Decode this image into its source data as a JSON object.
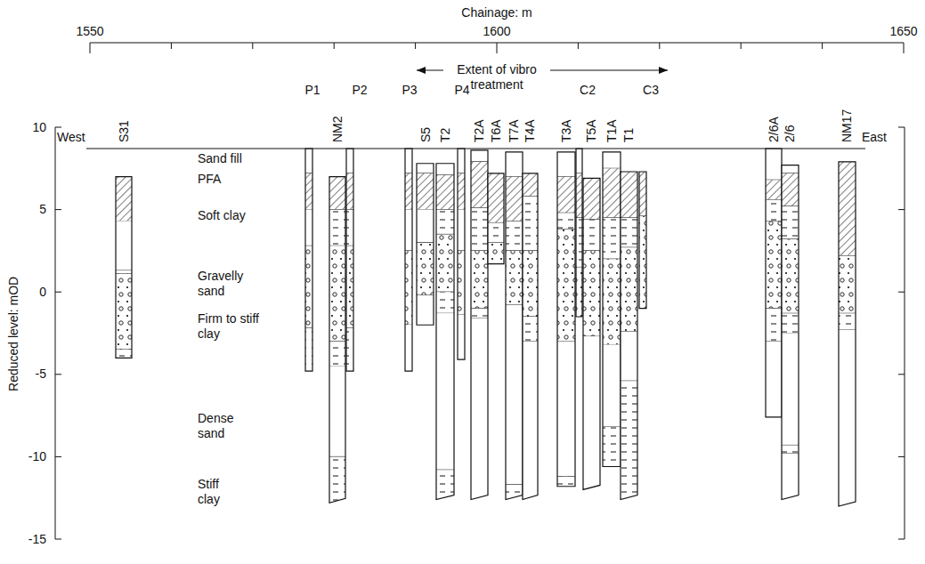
{
  "diagram": {
    "labels": [
      "Chainage: m",
      "1550",
      "1600",
      "1650",
      "Extent of vibro treatment",
      "West",
      "East",
      "Reduced level: mOD",
      "10",
      "5",
      "0",
      "-5",
      "-10",
      "-15",
      "Sand fill",
      "PFA",
      "Soft clay",
      "Gravelly sand",
      "Firm to stiff clay",
      "Dense sand",
      "Stiff clay",
      "S31",
      "P1",
      "NM2",
      "P2",
      "P3",
      "S5",
      "T2",
      "P4",
      "T2A",
      "T6A",
      "T7A",
      "T4A",
      "C2",
      "T3A",
      "T5A",
      "T1A",
      "T1",
      "C3",
      "2/6A",
      "2/6",
      "NM17"
    ]
  }
}
